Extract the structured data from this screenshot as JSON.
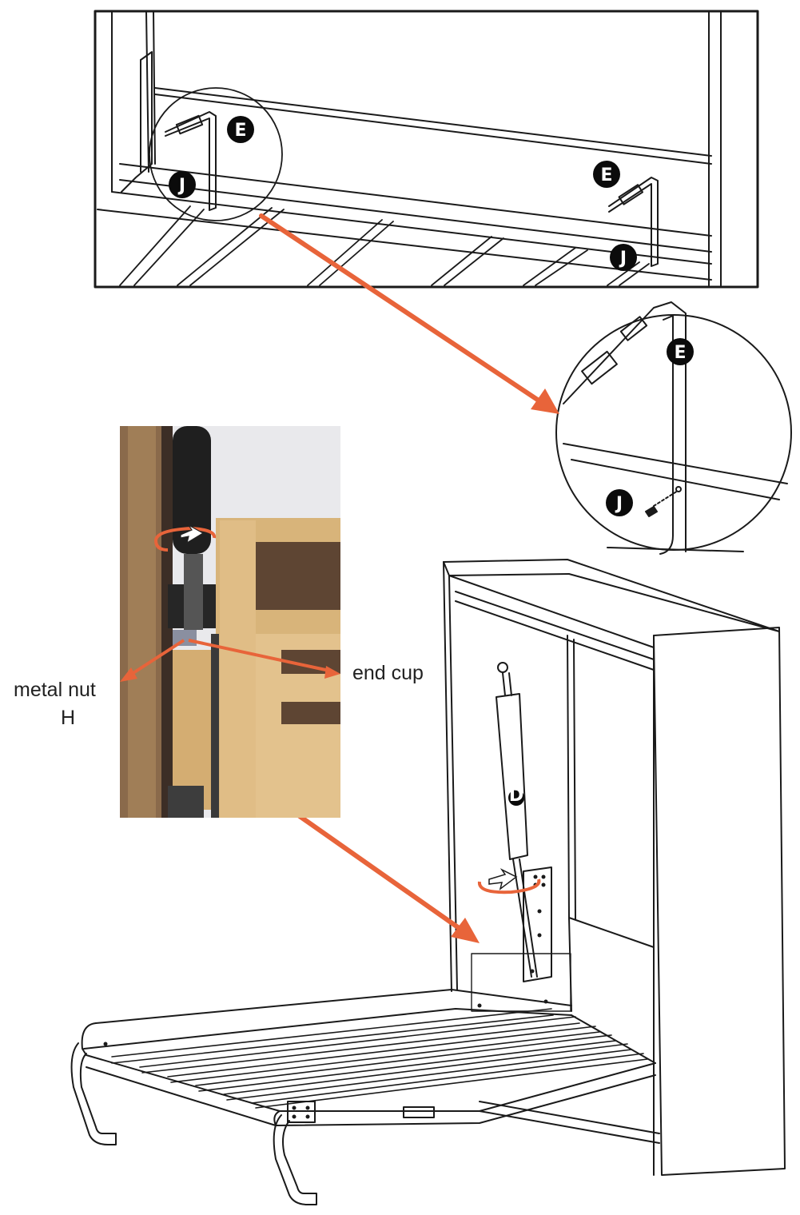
{
  "labels": {
    "metal_nut": "metal nut",
    "metal_nut_code": "H",
    "end_cup": "end cup"
  },
  "markers": {
    "bracket": "E",
    "screw": "J",
    "piston": "D"
  },
  "colors": {
    "arrow": "#e8643a",
    "line": "#1a1a1a",
    "marker_fill": "#0b0b0b",
    "wood_light": "#dcb77e",
    "wood_dark": "#6b4c36",
    "piston_body": "#222222"
  },
  "icons": {
    "rotation": "rotate-arrow-icon",
    "pointer": "arrow-icon"
  }
}
